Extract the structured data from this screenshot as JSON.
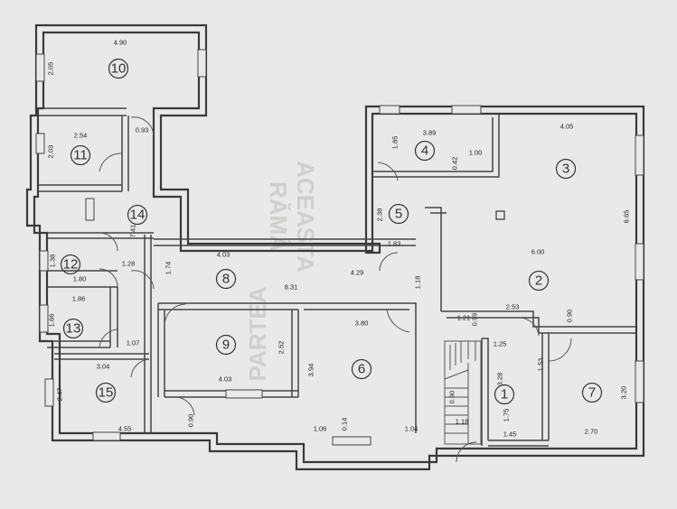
{
  "watermark": {
    "line1": "ACEASTA",
    "line2": "RĂMÂ",
    "line3": "PARTEA"
  },
  "rooms": [
    {
      "n": "1"
    },
    {
      "n": "2"
    },
    {
      "n": "3"
    },
    {
      "n": "4"
    },
    {
      "n": "5"
    },
    {
      "n": "6"
    },
    {
      "n": "7"
    },
    {
      "n": "8"
    },
    {
      "n": "9"
    },
    {
      "n": "10"
    },
    {
      "n": "11"
    },
    {
      "n": "12"
    },
    {
      "n": "13"
    },
    {
      "n": "14"
    },
    {
      "n": "15"
    }
  ],
  "dims": [
    "4.90",
    "2.05",
    "2.54",
    "2.03",
    "0.93",
    "3.89",
    "1.85",
    "1.00",
    "0.42",
    "4.05",
    "2.38",
    "1.83",
    "6.65",
    "6.00",
    "7.41",
    "1.38",
    "1.80",
    "1.28",
    "4.03",
    "1.74",
    "4.29",
    "8.31",
    "1.18",
    "1.86",
    "1.66",
    "1.07",
    "3.80",
    "2.52",
    "1.21",
    "2.53",
    "0.90",
    "3.04",
    "2.47",
    "4.03",
    "3.94",
    "1.25",
    "0.99",
    "3.28",
    "1.53",
    "3.20",
    "1.75",
    "4.55",
    "0.90",
    "1.06",
    "0.14",
    "1.04",
    "1.18",
    "1.45",
    "2.70",
    "0.90"
  ]
}
